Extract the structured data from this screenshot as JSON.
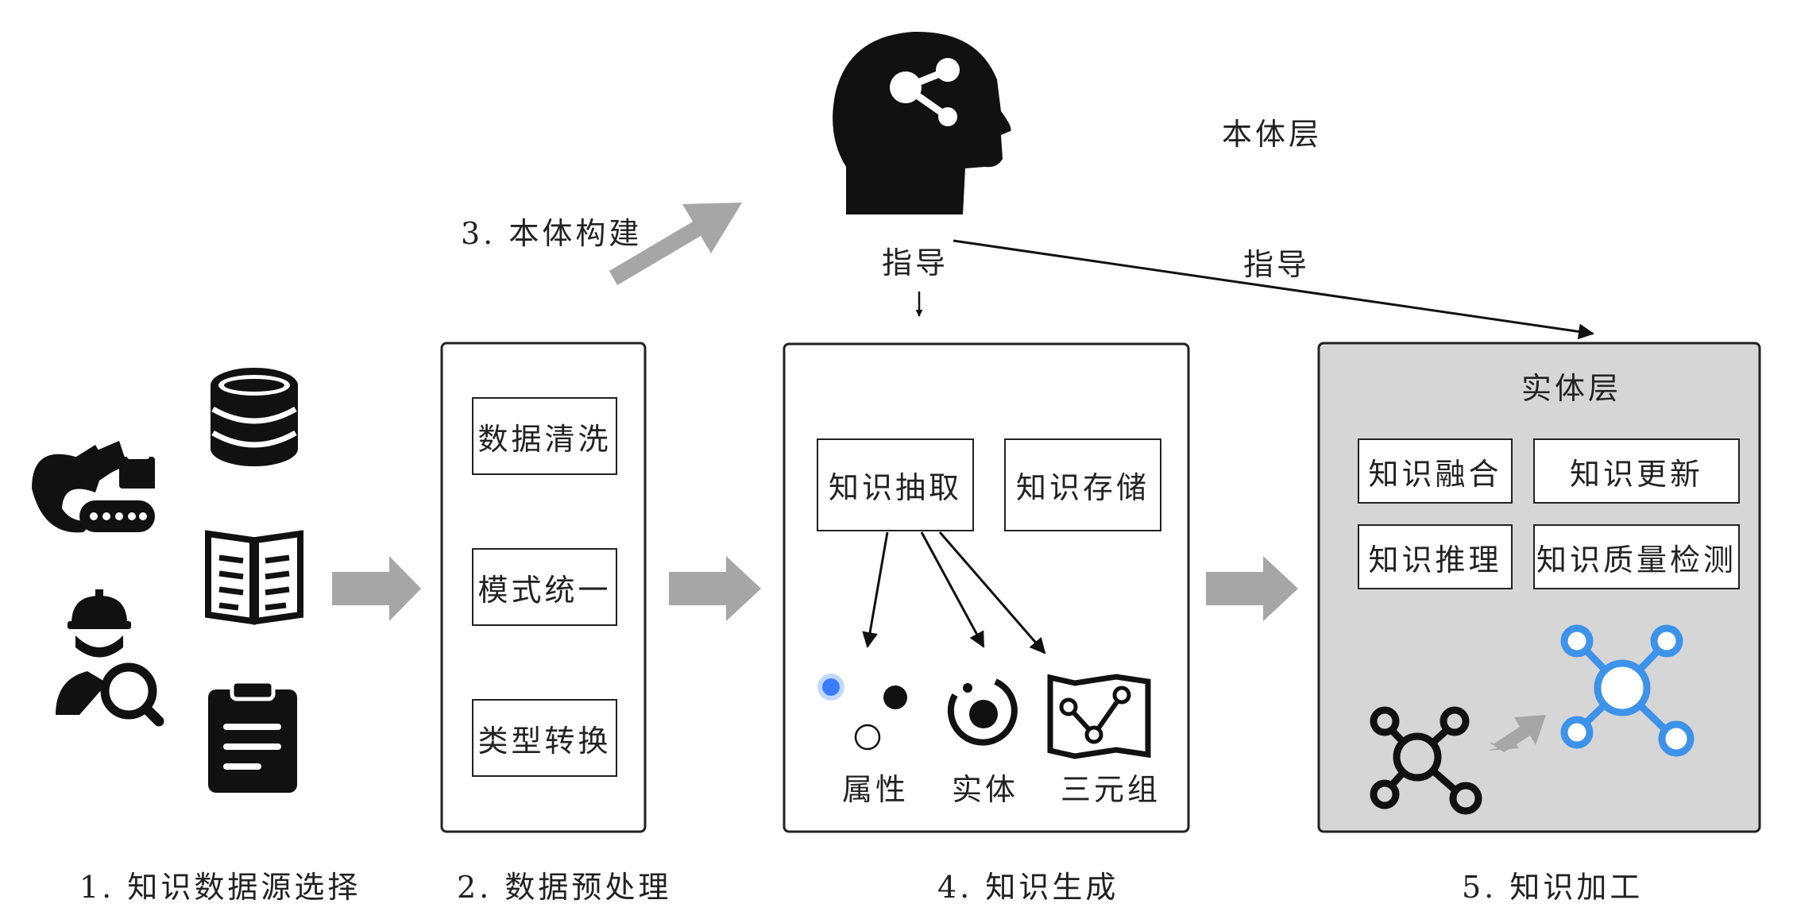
{
  "ontology_layer": "本体层",
  "step3_label": "3. 本体构建",
  "guide_left": "指导",
  "guide_right": "指导",
  "steps": {
    "s1": "1. 知识数据源选择",
    "s2": "2. 数据预处理",
    "s4": "4. 知识生成",
    "s5": "5. 知识加工"
  },
  "preprocess": [
    "数据清洗",
    "模式统一",
    "类型转换"
  ],
  "generation": {
    "extract": "知识抽取",
    "store": "知识存储",
    "attribute": "属性",
    "entity": "实体",
    "triple": "三元组"
  },
  "processing": {
    "entity_layer": "实体层",
    "fusion": "知识融合",
    "update": "知识更新",
    "reasoning": "知识推理",
    "quality": "知识质量检测"
  },
  "icons": {
    "sources": [
      "excavator-icon",
      "database-icon",
      "document-icon",
      "worker-search-icon",
      "clipboard-icon"
    ],
    "ontology": "head-network-icon",
    "graphs": [
      "black-network-icon",
      "blue-network-icon"
    ]
  },
  "colors": {
    "arrow_gray": "#a6a6a6",
    "panel_gray": "#d6d6d6",
    "network_blue": "#3d92ea",
    "ink": "#111111"
  }
}
